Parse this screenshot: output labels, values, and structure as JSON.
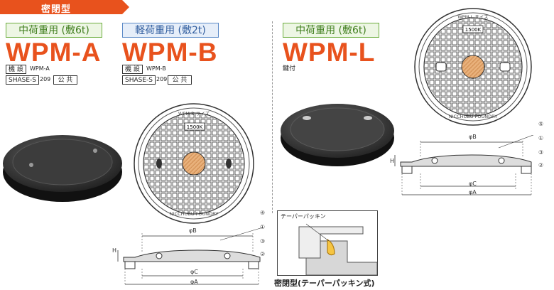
{
  "header": {
    "tag": "密閉型"
  },
  "products": [
    {
      "category": "中荷重用 (敷6t)",
      "model": "WPM-A",
      "kisetsu_label": "機 設",
      "kisetsu_value": "WPM-A",
      "shase_label": "SHASE-S",
      "shase_num": "209",
      "koukyou_label": "公 共"
    },
    {
      "category": "軽荷重用 (敷2t)",
      "model": "WPM-B",
      "kisetsu_label": "機 設",
      "kisetsu_value": "WPM-B",
      "shase_label": "SHASE-S",
      "shase_num": "209",
      "koukyou_label": "公 共"
    },
    {
      "category": "中荷重用 (敷6t)",
      "model": "WPM-L",
      "note": "鍵付"
    }
  ],
  "cover_text": {
    "top": "WPM-B サイズ",
    "load": "1500K",
    "bottom": "NICCHUBU FOUNDRY"
  },
  "right_cover_text": {
    "top": "WPM-L サイズ",
    "load": "1500K",
    "bottom": "NICCHUBU FOUNDRY"
  },
  "dimension_labels": {
    "b": "φB",
    "c": "φC",
    "a": "φA",
    "h": "H"
  },
  "callouts_center": [
    "④",
    "①",
    "③",
    "②"
  ],
  "callouts_right": [
    "⑤",
    "①",
    "③",
    "②"
  ],
  "detail": {
    "label": "テーパーパッキン",
    "caption": "密閉型(テーパーパッキン式)"
  }
}
